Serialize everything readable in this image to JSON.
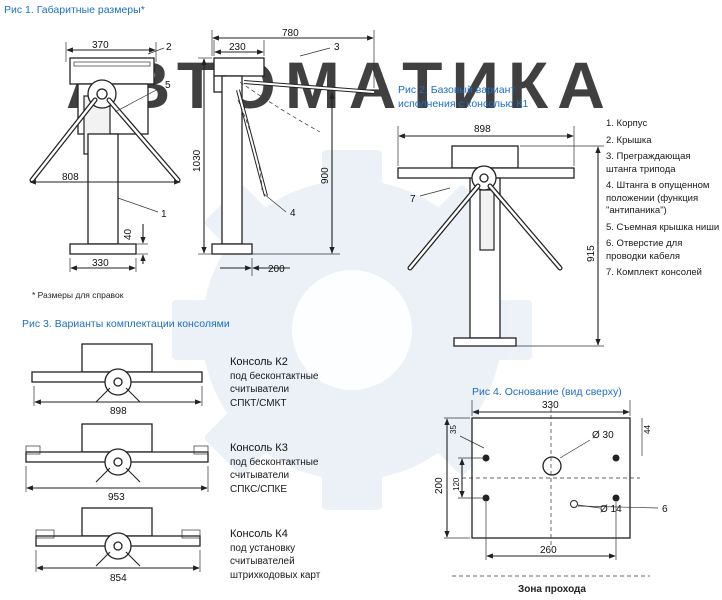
{
  "watermark": "АВТОМАТИКА",
  "fig1": {
    "title": "Рис 1.  Габаритные размеры*",
    "dims": {
      "top_width": "370",
      "height": "1030",
      "reach": "808",
      "base_width": "330",
      "base_height": "40",
      "side_top": "230",
      "side_total": "780",
      "side_base": "200",
      "arm_height": "900"
    },
    "callouts": {
      "c1": "1",
      "c2": "2",
      "c3": "3",
      "c4": "4",
      "c5": "5"
    },
    "footnote": "* Размеры для справок"
  },
  "fig2": {
    "title_line1": "Рис 2.  Базовый вариант",
    "title_line2": "исполнения с консолью К1",
    "dims": {
      "width": "898",
      "height": "915"
    },
    "callout": "7"
  },
  "legend": [
    "1. Корпус",
    "2. Крышка",
    "3. Преграждающая штанга трипода",
    "4. Штанга в опущенном положении (функция \"антипаника\")",
    "5. Съемная крышка ниши",
    "6. Отверстие для проводки кабеля",
    "7. Комплект консолей"
  ],
  "fig3": {
    "title": "Рис 3. Варианты комплектации консолями",
    "consoles": [
      {
        "dim": "898",
        "name": "Консоль К2",
        "desc": [
          "под бесконтактные",
          "считыватели",
          "СПКТ/СМКТ"
        ]
      },
      {
        "dim": "953",
        "name": "Консоль К3",
        "desc": [
          "под бесконтактные",
          "считыватели",
          "СПКС/СПКЕ"
        ]
      },
      {
        "dim": "854",
        "name": "Консоль К4",
        "desc": [
          "под установку",
          "считывателей",
          "штрихкодовых карт"
        ]
      }
    ]
  },
  "fig4": {
    "title": "Рис 4.  Основание (вид сверху)",
    "dims": {
      "width": "330",
      "height": "200",
      "inner_height": "120",
      "hole_spacing": "260",
      "offset_left": "35",
      "offset_right": "44",
      "big_hole": "Ø 30",
      "small_hole": "Ø 14",
      "callout": "6"
    },
    "zone": "Зона прохода"
  }
}
